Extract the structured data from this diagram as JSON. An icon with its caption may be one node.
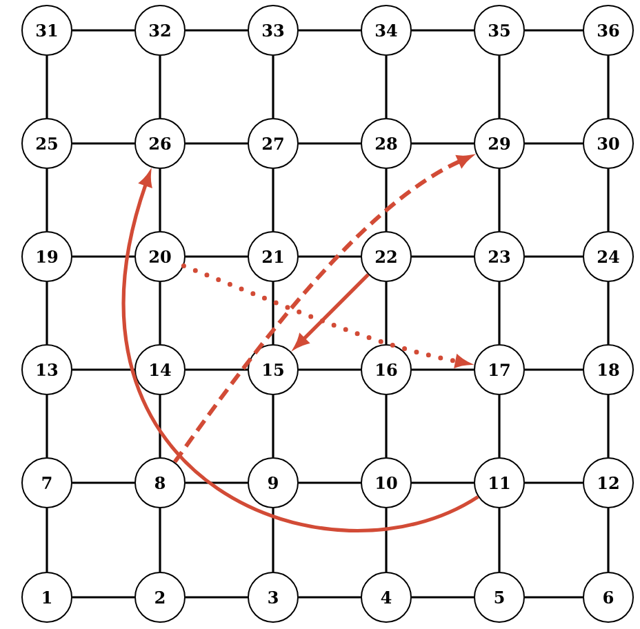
{
  "diagram": {
    "nodes": [
      {
        "text": [
          "31"
        ]
      },
      {
        "text": [
          "32"
        ]
      },
      {
        "text": [
          "33"
        ]
      },
      {
        "text": [
          "34"
        ]
      },
      {
        "text": [
          "35"
        ]
      },
      {
        "text": [
          "36"
        ]
      },
      {
        "text": [
          "25"
        ]
      },
      {
        "text": [
          "26"
        ]
      },
      {
        "text": [
          "27"
        ]
      },
      {
        "text": [
          "28"
        ]
      },
      {
        "text": [
          "29"
        ]
      },
      {
        "text": [
          "30"
        ]
      },
      {
        "text": [
          "19"
        ]
      },
      {
        "text": [
          "20"
        ]
      },
      {
        "text": [
          "21"
        ]
      },
      {
        "text": [
          "22"
        ]
      },
      {
        "text": [
          "23"
        ]
      },
      {
        "text": [
          "24"
        ]
      },
      {
        "text": [
          "13"
        ]
      },
      {
        "text": [
          "14"
        ]
      },
      {
        "text": [
          "15"
        ]
      },
      {
        "text": [
          "16"
        ]
      },
      {
        "text": [
          "17"
        ]
      },
      {
        "text": [
          "18"
        ]
      },
      {
        "text": [
          "7"
        ]
      },
      {
        "text": [
          "8"
        ]
      },
      {
        "text": [
          "9"
        ]
      },
      {
        "text": [
          "10"
        ]
      },
      {
        "text": [
          "11"
        ]
      },
      {
        "text": [
          "12"
        ]
      },
      {
        "text": [
          "1"
        ]
      },
      {
        "text": [
          "2"
        ]
      },
      {
        "text": [
          "3"
        ]
      },
      {
        "text": [
          "4"
        ]
      },
      {
        "text": [
          "5"
        ]
      },
      {
        "text": [
          "6"
        ]
      }
    ],
    "edges": [
      {
        "from": 0,
        "to": 1,
        "arrow": "none"
      },
      {
        "from": 1,
        "to": 2,
        "arrow": "none"
      },
      {
        "from": 2,
        "to": 3,
        "arrow": "none"
      },
      {
        "from": 3,
        "to": 4,
        "arrow": "none"
      },
      {
        "from": 4,
        "to": 5,
        "arrow": "none"
      },
      {
        "from": 6,
        "to": 7,
        "arrow": "none"
      },
      {
        "from": 7,
        "to": 8,
        "arrow": "none"
      },
      {
        "from": 8,
        "to": 9,
        "arrow": "none"
      },
      {
        "from": 9,
        "to": 10,
        "arrow": "none"
      },
      {
        "from": 10,
        "to": 11,
        "arrow": "none"
      },
      {
        "from": 12,
        "to": 13,
        "arrow": "none"
      },
      {
        "from": 13,
        "to": 14,
        "arrow": "none"
      },
      {
        "from": 14,
        "to": 15,
        "arrow": "none"
      },
      {
        "from": 15,
        "to": 16,
        "arrow": "none"
      },
      {
        "from": 16,
        "to": 17,
        "arrow": "none"
      },
      {
        "from": 18,
        "to": 19,
        "arrow": "none"
      },
      {
        "from": 19,
        "to": 20,
        "arrow": "none"
      },
      {
        "from": 20,
        "to": 21,
        "arrow": "none"
      },
      {
        "from": 21,
        "to": 22,
        "arrow": "none"
      },
      {
        "from": 22,
        "to": 23,
        "arrow": "none"
      },
      {
        "from": 24,
        "to": 25,
        "arrow": "none"
      },
      {
        "from": 25,
        "to": 26,
        "arrow": "none"
      },
      {
        "from": 26,
        "to": 27,
        "arrow": "none"
      },
      {
        "from": 27,
        "to": 28,
        "arrow": "none"
      },
      {
        "from": 28,
        "to": 29,
        "arrow": "none"
      },
      {
        "from": 30,
        "to": 31,
        "arrow": "none"
      },
      {
        "from": 31,
        "to": 32,
        "arrow": "none"
      },
      {
        "from": 32,
        "to": 33,
        "arrow": "none"
      },
      {
        "from": 33,
        "to": 34,
        "arrow": "none"
      },
      {
        "from": 34,
        "to": 35,
        "arrow": "none"
      },
      {
        "from": 0,
        "to": 6,
        "arrow": "none"
      },
      {
        "from": 1,
        "to": 7,
        "arrow": "none"
      },
      {
        "from": 2,
        "to": 8,
        "arrow": "none"
      },
      {
        "from": 3,
        "to": 9,
        "arrow": "none"
      },
      {
        "from": 4,
        "to": 10,
        "arrow": "none"
      },
      {
        "from": 5,
        "to": 11,
        "arrow": "none"
      },
      {
        "from": 6,
        "to": 12,
        "arrow": "none"
      },
      {
        "from": 7,
        "to": 13,
        "arrow": "none"
      },
      {
        "from": 8,
        "to": 14,
        "arrow": "none"
      },
      {
        "from": 9,
        "to": 15,
        "arrow": "none"
      },
      {
        "from": 10,
        "to": 16,
        "arrow": "none"
      },
      {
        "from": 11,
        "to": 17,
        "arrow": "none"
      },
      {
        "from": 12,
        "to": 18,
        "arrow": "none"
      },
      {
        "from": 13,
        "to": 19,
        "arrow": "none"
      },
      {
        "from": 14,
        "to": 20,
        "arrow": "none"
      },
      {
        "from": 15,
        "to": 21,
        "arrow": "none"
      },
      {
        "from": 16,
        "to": 22,
        "arrow": "none"
      },
      {
        "from": 17,
        "to": 23,
        "arrow": "none"
      },
      {
        "from": 18,
        "to": 24,
        "arrow": "none"
      },
      {
        "from": 19,
        "to": 25,
        "arrow": "none"
      },
      {
        "from": 20,
        "to": 26,
        "arrow": "none"
      },
      {
        "from": 21,
        "to": 27,
        "arrow": "none"
      },
      {
        "from": 22,
        "to": 28,
        "arrow": "none"
      },
      {
        "from": 23,
        "to": 29,
        "arrow": "none"
      },
      {
        "from": 24,
        "to": 30,
        "arrow": "none"
      },
      {
        "from": 25,
        "to": 31,
        "arrow": "none"
      },
      {
        "from": 26,
        "to": 32,
        "arrow": "none"
      },
      {
        "from": 27,
        "to": 33,
        "arrow": "none"
      },
      {
        "from": 28,
        "to": 34,
        "arrow": "none"
      },
      {
        "from": 29,
        "to": 35,
        "arrow": "none"
      },
      {
        "from": 28,
        "to": 7,
        "arrow": "to",
        "color": "#d24b36"
      },
      {
        "from": 25,
        "to": 10,
        "arrow": "to",
        "style": "dashed",
        "color": "#d24b36"
      },
      {
        "from": 13,
        "to": 22,
        "arrow": "to",
        "style": "dashed",
        "color": "#d24b36"
      },
      {
        "from": 15,
        "to": 20,
        "arrow": "to",
        "color": "#d24b36"
      }
    ]
  }
}
